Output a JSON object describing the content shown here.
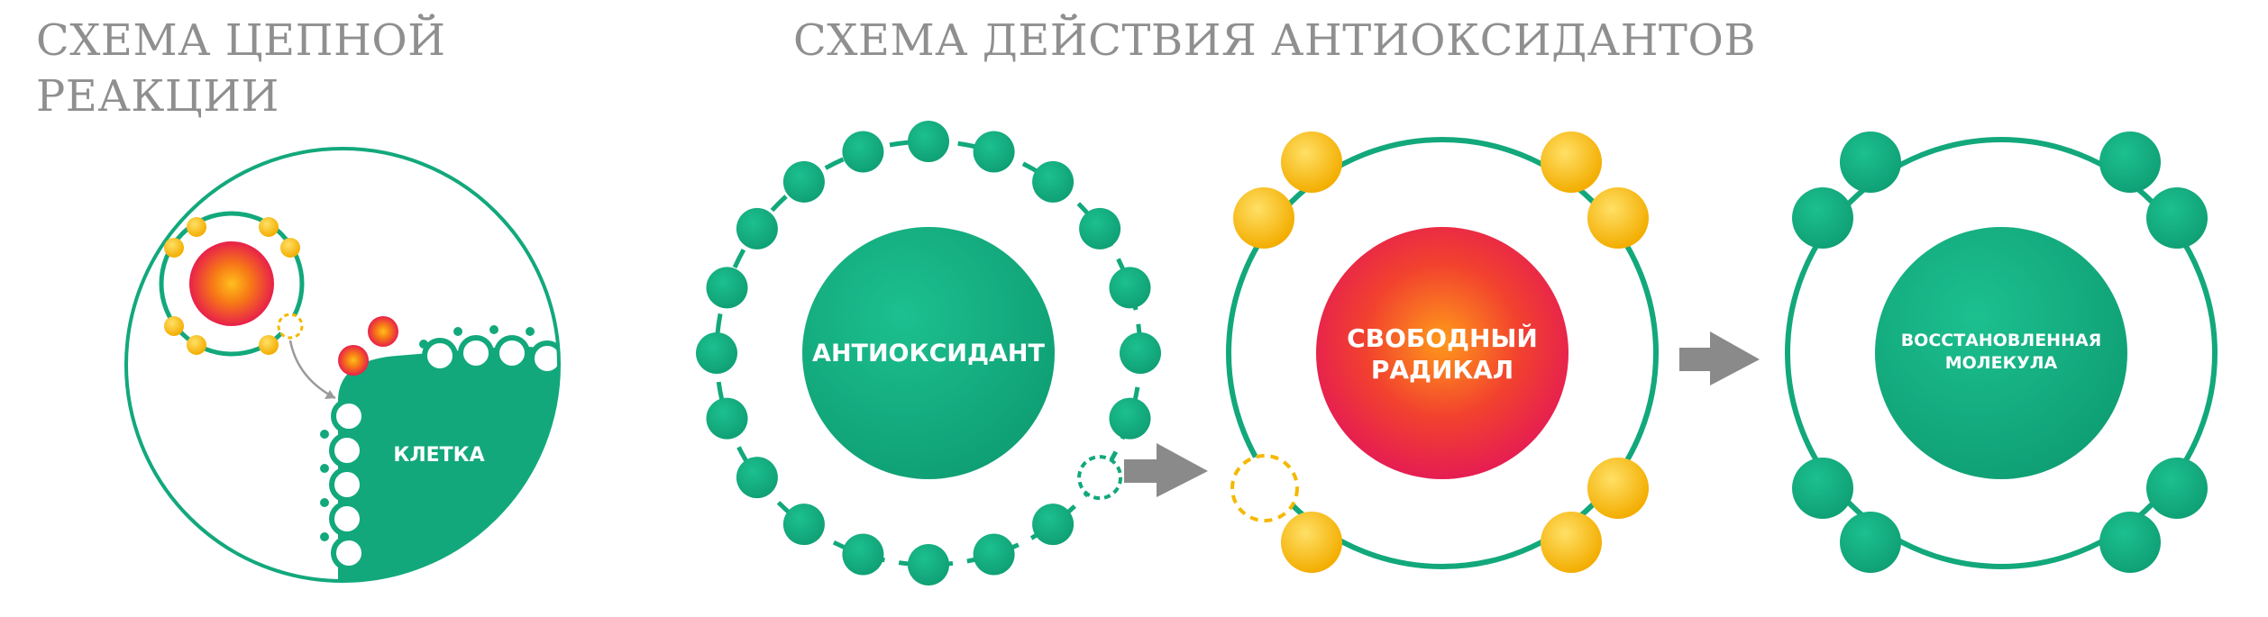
{
  "titles": {
    "chain_reaction_line1": "СХЕМА ЦЕПНОЙ",
    "chain_reaction_line2": "РЕАКЦИИ",
    "antioxidant_scheme": "СХЕМА ДЕЙСТВИЯ АНТИОКСИДАНТОВ"
  },
  "labels": {
    "cell": "КЛЕТКА",
    "antioxidant": "АНТИОКСИДАНТ",
    "free_radical_line1": "СВОБОДНЫЙ",
    "free_radical_line2": "РАДИКАЛ",
    "restored_molecule_line1": "ВОССТАНОВЛЕННАЯ",
    "restored_molecule_line2": "МОЛЕКУЛА"
  },
  "colors": {
    "green": "#12a87c",
    "green_dark": "#0d8f68",
    "yellow": "#f5b800",
    "red": "#e8204a",
    "orange": "#f77a16",
    "arrow_gray": "#8a8a8a",
    "title_gray": "#8f8f8f"
  }
}
